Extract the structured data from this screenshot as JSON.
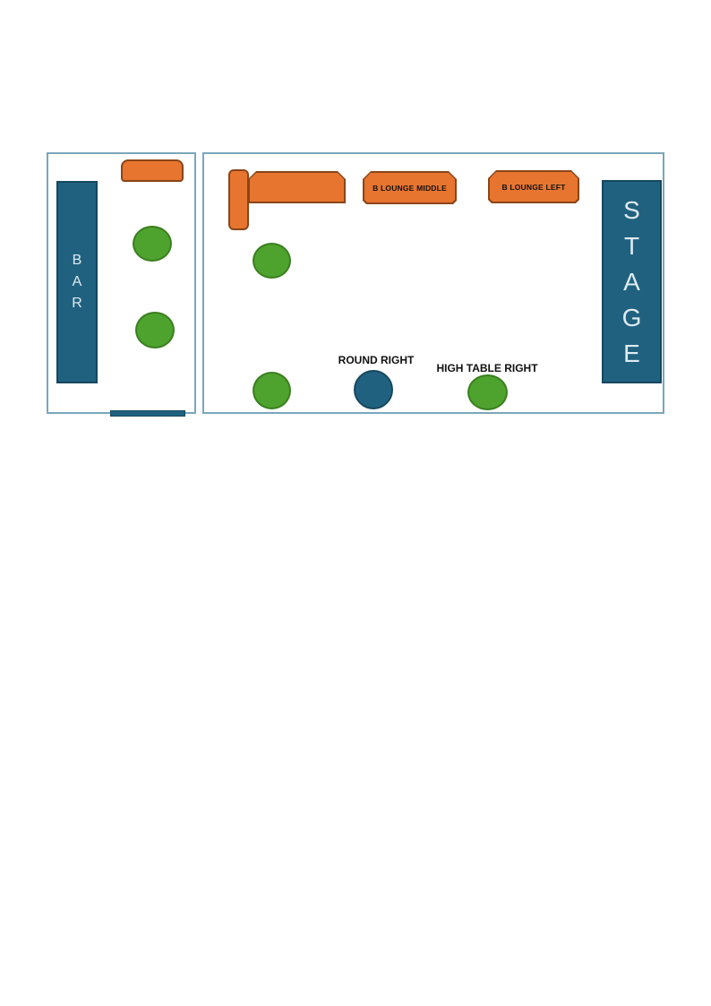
{
  "colors": {
    "room_border": "#7BA6BB",
    "furniture_orange": "#E7752F",
    "furniture_orange_border": "#8A4518",
    "table_green": "#4EA32E",
    "table_green_border": "#3A7F1E",
    "fixture_teal": "#20617F",
    "fixture_teal_border": "#16485F",
    "label_dark": "#111111",
    "label_light": "#DFEBF1"
  },
  "left_room": {
    "bar": {
      "letters": [
        "B",
        "A",
        "R"
      ]
    }
  },
  "right_room": {
    "booth_middle": {
      "label": "B LOUNGE MIDDLE"
    },
    "booth_left": {
      "label": "B LOUNGE LEFT"
    },
    "round_table_label": "ROUND RIGHT",
    "high_table_label": "HIGH TABLE RIGHT",
    "stage": {
      "letters": [
        "S",
        "T",
        "A",
        "G",
        "E"
      ]
    }
  }
}
